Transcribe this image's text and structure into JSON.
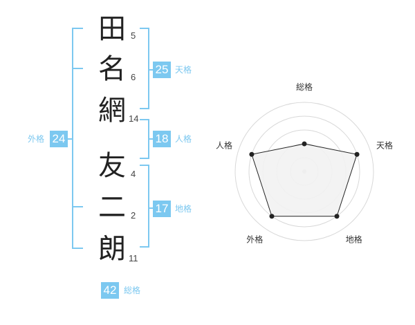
{
  "name": {
    "chars": [
      {
        "char": "田",
        "strokes": "5"
      },
      {
        "char": "名",
        "strokes": "6"
      },
      {
        "char": "網",
        "strokes": "14"
      },
      {
        "char": "友",
        "strokes": "4"
      },
      {
        "char": "二",
        "strokes": "2"
      },
      {
        "char": "朗",
        "strokes": "11"
      }
    ]
  },
  "kakusu": {
    "tenkaku": {
      "value": "25",
      "label": "天格"
    },
    "jinkaku": {
      "value": "18",
      "label": "人格"
    },
    "chikaku": {
      "value": "17",
      "label": "地格"
    },
    "gaikaku": {
      "value": "24",
      "label": "外格"
    },
    "soukaku": {
      "value": "42",
      "label": "総格"
    }
  },
  "colors": {
    "accent": "#7cc8f0",
    "text": "#222222",
    "radar_fill": "#f2f2f2"
  },
  "chart_data": {
    "type": "radar",
    "axes": [
      "総格",
      "天格",
      "地格",
      "外格",
      "人格"
    ],
    "values": [
      2,
      4,
      4,
      4,
      4
    ],
    "rmax": 5,
    "grid_levels": 4
  }
}
